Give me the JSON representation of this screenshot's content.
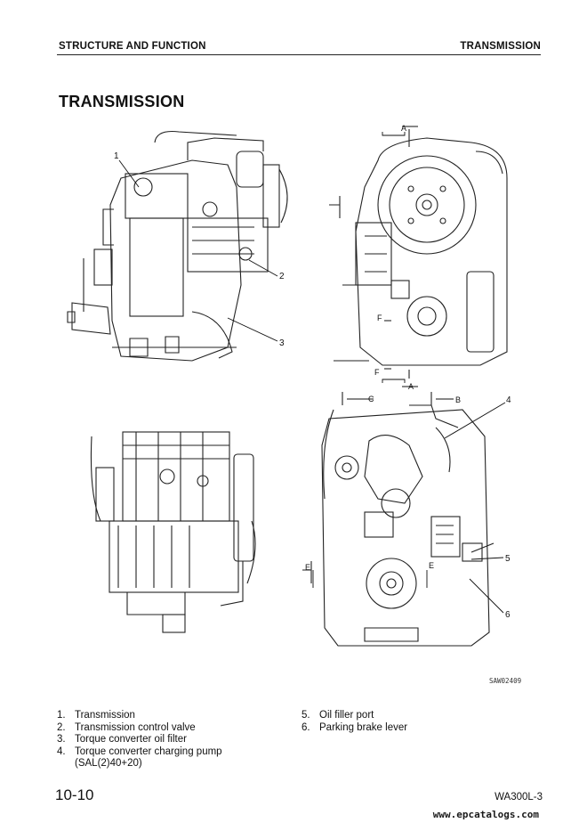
{
  "header": {
    "left": "STRUCTURE AND FUNCTION",
    "right": "TRANSMISSION"
  },
  "title": "TRANSMISSION",
  "callouts": {
    "c1": "1",
    "c2": "2",
    "c3": "3",
    "c4": "4",
    "c5": "5",
    "c6": "6"
  },
  "section_marks": {
    "A": "A",
    "B": "B",
    "C": "C",
    "E": "E",
    "F": "F"
  },
  "drawing_code": "SAW02409",
  "legend": {
    "left": [
      {
        "num": "1.",
        "text": "Transmission"
      },
      {
        "num": "2.",
        "text": "Transmission control valve"
      },
      {
        "num": "3.",
        "text": "Torque converter oil filter"
      },
      {
        "num": "4.",
        "text": "Torque converter charging pump (SAL(2)40+20)"
      }
    ],
    "right": [
      {
        "num": "5.",
        "text": "Oil filler port"
      },
      {
        "num": "6.",
        "text": "Parking brake lever"
      }
    ]
  },
  "footer": {
    "page": "10-10",
    "model": "WA300L-3",
    "watermark": "www.epcatalogs.com"
  }
}
